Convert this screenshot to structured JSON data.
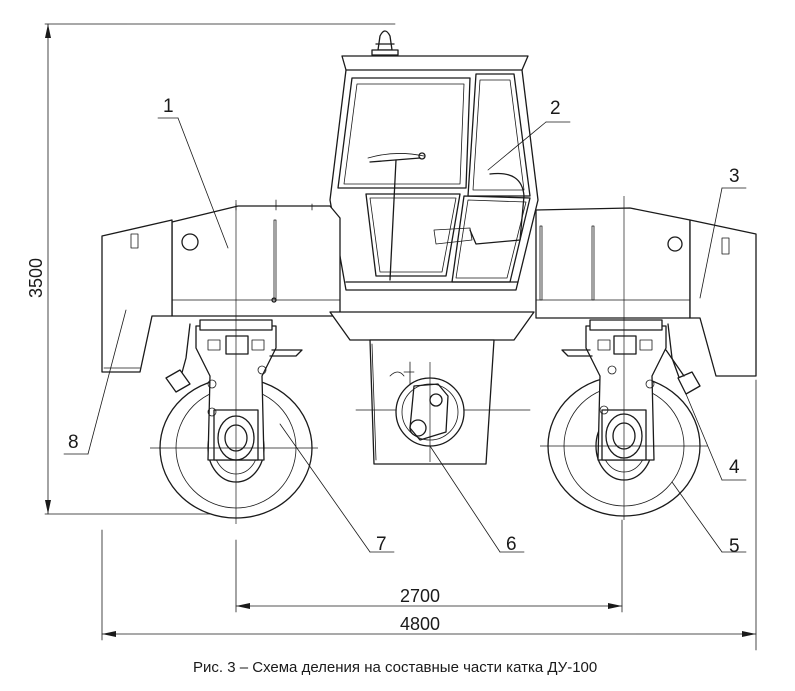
{
  "figure": {
    "caption": "Рис. 3 – Схема деления на составные части катка ДУ-100"
  },
  "dimensions": {
    "height": "3500",
    "wheelbase": "2700",
    "length": "4800"
  },
  "callouts": [
    {
      "id": "1",
      "label": "1"
    },
    {
      "id": "2",
      "label": "2"
    },
    {
      "id": "3",
      "label": "3"
    },
    {
      "id": "4",
      "label": "4"
    },
    {
      "id": "5",
      "label": "5"
    },
    {
      "id": "6",
      "label": "6"
    },
    {
      "id": "7",
      "label": "7"
    },
    {
      "id": "8",
      "label": "8"
    }
  ]
}
